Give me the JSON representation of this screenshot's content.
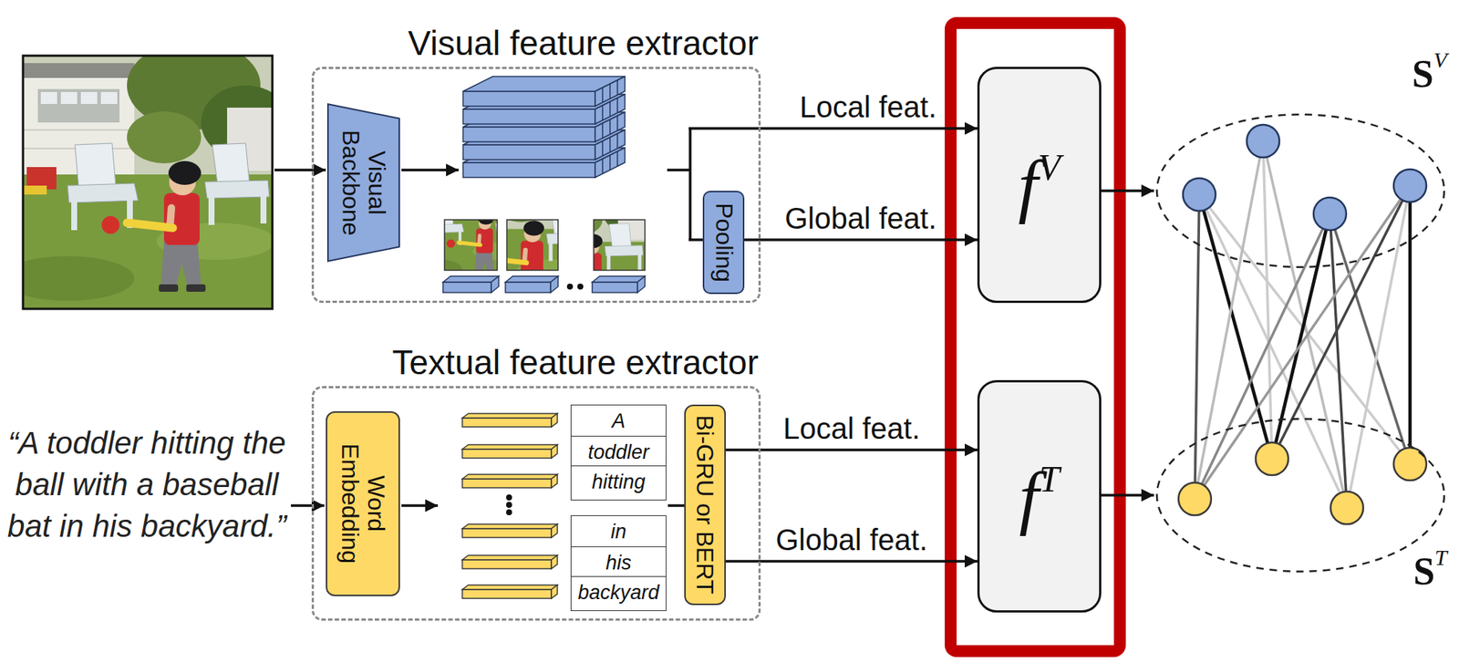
{
  "diagram": {
    "nodes": [
      {
        "text": [
          "Visual feature extractor"
        ]
      },
      {
        "text": [
          "Visual Backbone"
        ],
        "in": 0
      },
      {
        "text": [
          "Pooling"
        ],
        "in": 0
      },
      {
        "text": [
          "f",
          "V"
        ]
      },
      {
        "text": [
          "S",
          "V"
        ]
      },
      {
        "text": [
          "Textual feature extractor"
        ]
      },
      {
        "text": [
          "Word Embedding"
        ],
        "in": 5
      },
      {
        "text": [
          "A"
        ],
        "in": 5
      },
      {
        "text": [
          "toddler"
        ],
        "in": 5
      },
      {
        "text": [
          "hitting"
        ],
        "in": 5
      },
      {
        "text": [
          "in"
        ],
        "in": 5
      },
      {
        "text": [
          "his"
        ],
        "in": 5
      },
      {
        "text": [
          "backyard"
        ],
        "in": 5
      },
      {
        "text": [
          "Bi-GRU or BERT"
        ],
        "in": 5
      },
      {
        "text": [
          "f",
          "T"
        ]
      },
      {
        "text": [
          "S",
          "T"
        ]
      }
    ],
    "edges": [
      {
        "from": 0,
        "to": 3,
        "label": "Local feat.",
        "arrow": "to"
      },
      {
        "from": 2,
        "to": 3,
        "label": "Global feat.",
        "arrow": "to"
      },
      {
        "from": 13,
        "to": 14,
        "label": "Local feat.",
        "arrow": "to"
      },
      {
        "from": 13,
        "to": 14,
        "label": "Global feat.",
        "arrow": "to"
      },
      {
        "from": 3,
        "to": 4,
        "arrow": "to"
      },
      {
        "from": 14,
        "to": 15,
        "arrow": "to"
      }
    ],
    "labels": [
      "“A toddler hitting the ball with a baseball bat in his backyard.”"
    ]
  }
}
